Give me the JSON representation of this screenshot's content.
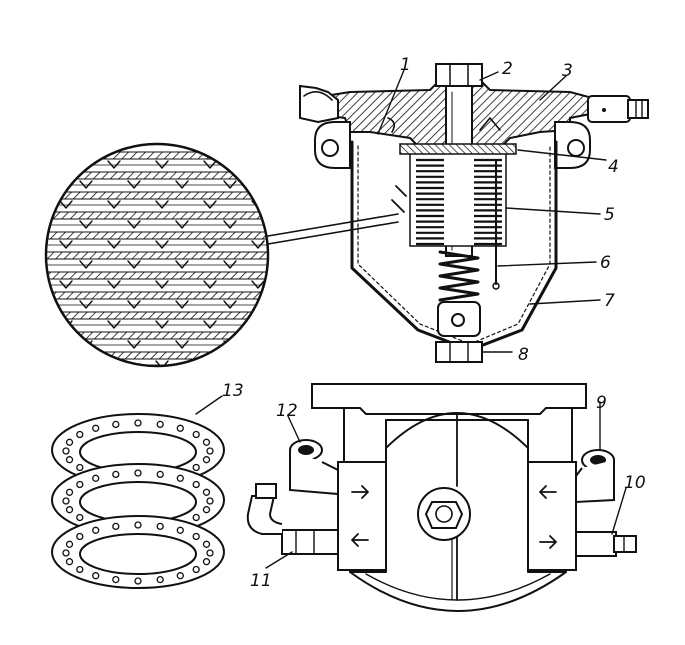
{
  "figure": {
    "callouts": [
      {
        "id": "1",
        "text": "1"
      },
      {
        "id": "2",
        "text": "2"
      },
      {
        "id": "3",
        "text": "3"
      },
      {
        "id": "4",
        "text": "4"
      },
      {
        "id": "5",
        "text": "5"
      },
      {
        "id": "6",
        "text": "6"
      },
      {
        "id": "7",
        "text": "7"
      },
      {
        "id": "8",
        "text": "8"
      },
      {
        "id": "9",
        "text": "9"
      },
      {
        "id": "10",
        "text": "10"
      },
      {
        "id": "11",
        "text": "11"
      },
      {
        "id": "12",
        "text": "12"
      },
      {
        "id": "13",
        "text": "13"
      }
    ]
  }
}
